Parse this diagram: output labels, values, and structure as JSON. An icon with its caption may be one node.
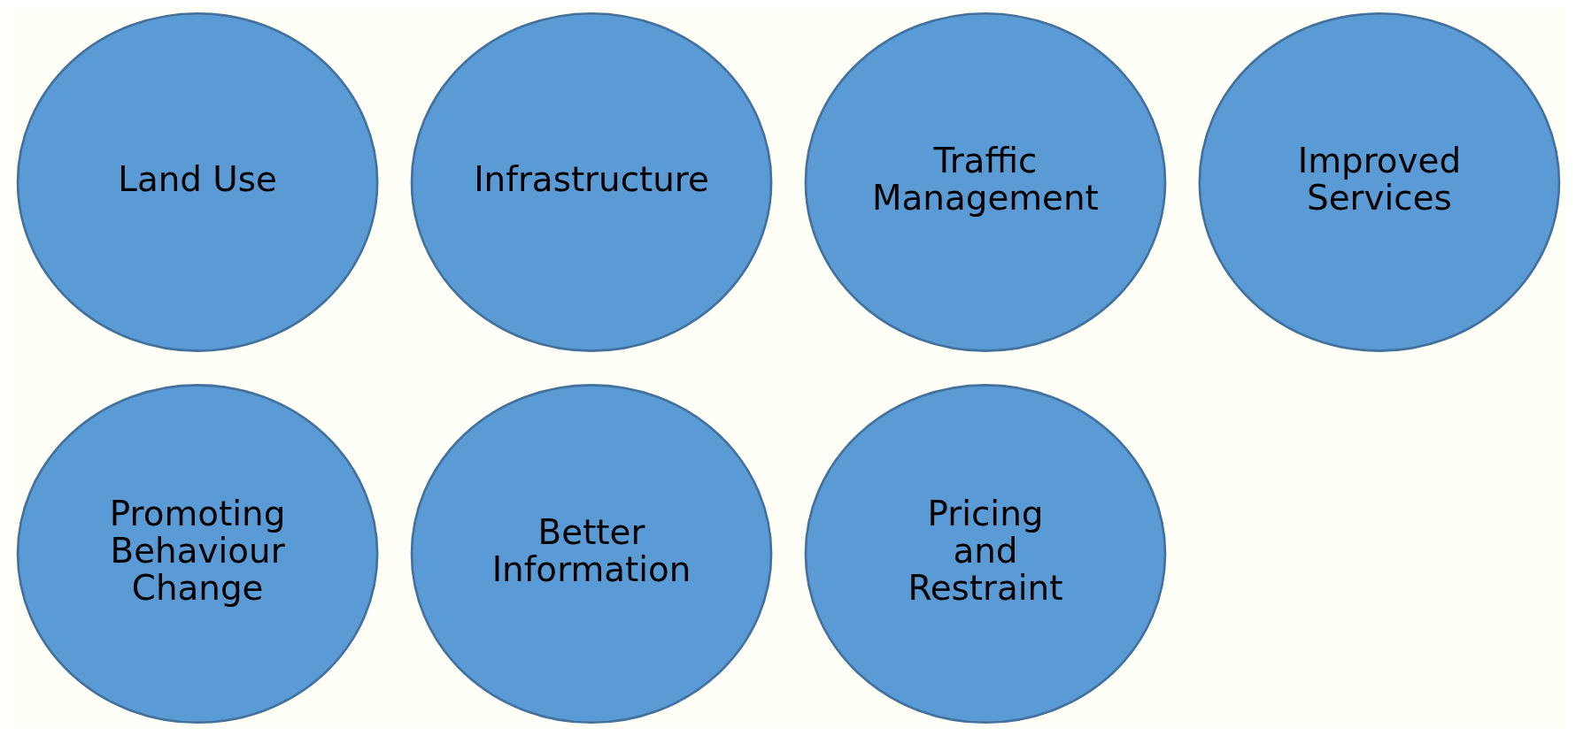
{
  "diagram": {
    "nodes": [
      {
        "text": [
          "Land Use"
        ]
      },
      {
        "text": [
          "Infrastructure"
        ]
      },
      {
        "text": [
          "Traffic Management"
        ]
      },
      {
        "text": [
          "Improved Services"
        ]
      },
      {
        "text": [
          "Promoting Behaviour Change"
        ]
      },
      {
        "text": [
          "Better Information"
        ]
      },
      {
        "text": [
          "Pricing and Restraint"
        ]
      }
    ]
  }
}
